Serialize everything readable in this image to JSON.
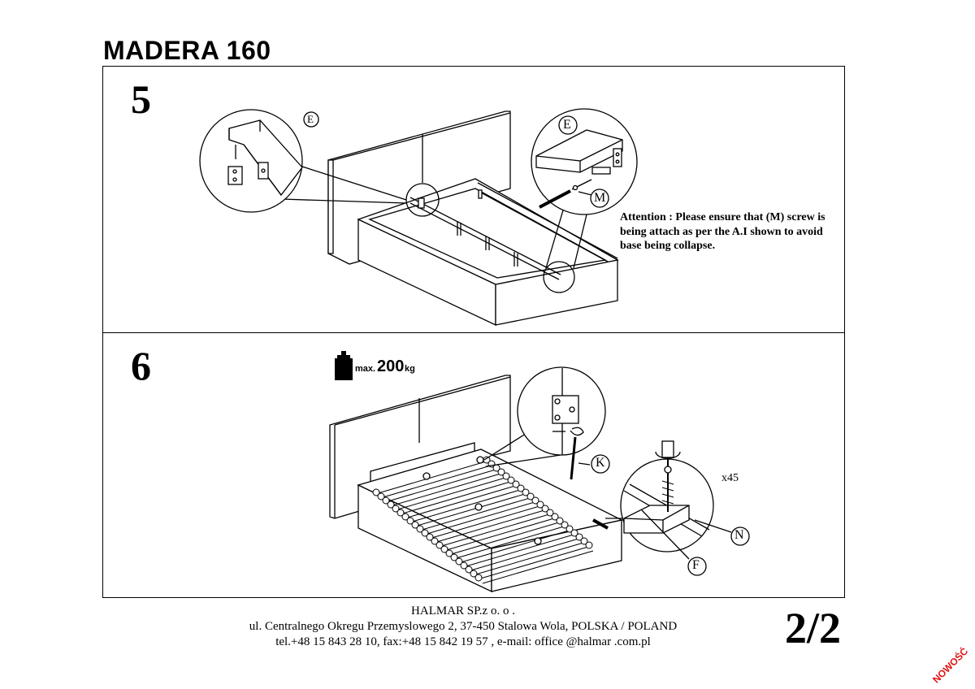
{
  "document": {
    "title": "MADERA 160",
    "page": "2/2",
    "stamp": "NOWOŚĆ"
  },
  "step5": {
    "number": "5",
    "labels": {
      "E1": "E",
      "E2": "E",
      "M": "M"
    },
    "attention": [
      "Attention : Please ensure that (M) screw is",
      "being attach as per the A.I shown to avoid",
      "base being collapse."
    ]
  },
  "step6": {
    "number": "6",
    "weight": {
      "prefix": "max.",
      "value": "200",
      "unit": "kg"
    },
    "labels": {
      "K": "K",
      "N": "N",
      "F": "F",
      "count": "x45"
    }
  },
  "footer": {
    "company": "HALMAR SP.z o. o .",
    "address": "ul. Centralnego Okregu Przemyslowego 2, 37-450 Stalowa Wola, POLSKA / POLAND",
    "contact": "tel.+48 15 843 28 10, fax:+48 15 842 19 57 , e-mail: office @halmar .com.pl"
  }
}
